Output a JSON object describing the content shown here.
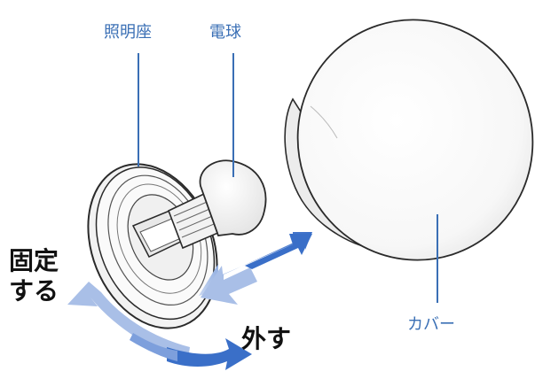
{
  "labels": {
    "base": "照明座",
    "bulb": "電球",
    "cover": "カバー",
    "fix_line1": "固定",
    "fix_line2": "する",
    "remove": "外す"
  },
  "colors": {
    "label_blue": "#3a6fb5",
    "arrow_dark": "#3a6fc8",
    "arrow_light": "#9fb8e3",
    "outline": "#2a2a2a",
    "text_black": "#111111"
  },
  "icons": {
    "rotate_arrow": "curved-double-arrow",
    "attach_arrow": "straight-double-arrow"
  }
}
